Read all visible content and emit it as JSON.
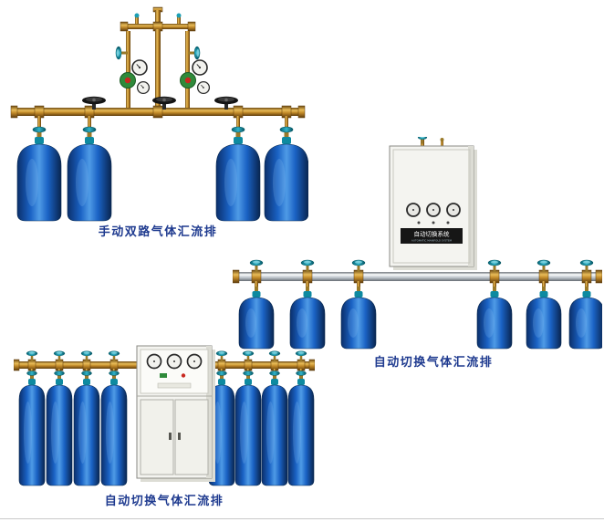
{
  "page": {
    "background": "#ffffff",
    "divider_color": "#c9c9c9"
  },
  "illustrations": {
    "manual_dual": {
      "name": "手动双路气体汇流排",
      "cylinder_count": 4
    },
    "auto_wall": {
      "name": "自动切换气体汇流排",
      "cylinder_count": 6,
      "plate_line1": "自动切换系统",
      "plate_line2": "AUTOMATIC MANIFOLD SYSTEM"
    },
    "auto_floor": {
      "name": "自动切换气体汇流排",
      "cylinder_count": 8
    }
  },
  "colors": {
    "label_text": "#1e3a8f",
    "cylinder_blue": "#1a62c4",
    "valve_teal": "#1b9fb5",
    "pipe_brass": "#c08828",
    "pipe_silver": "#b8bfc6",
    "cabinet_body": "#f4f4f0"
  }
}
